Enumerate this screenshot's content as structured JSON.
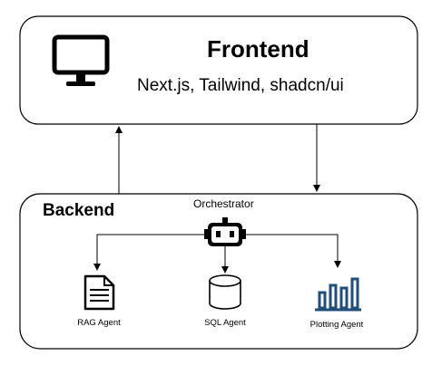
{
  "frontend": {
    "title": "Frontend",
    "subtitle": "Next.js, Tailwind, shadcn/ui",
    "icon": "monitor-icon"
  },
  "backend": {
    "title": "Backend",
    "orchestrator": {
      "label": "Orchestrator",
      "icon": "robot-icon"
    },
    "agents": [
      {
        "label": "RAG Agent",
        "icon": "document-icon"
      },
      {
        "label": "SQL Agent",
        "icon": "database-icon"
      },
      {
        "label": "Plotting Agent",
        "icon": "bar-chart-icon",
        "color": "#1f4e79"
      }
    ]
  },
  "colors": {
    "stroke": "#000000",
    "chart_icon": "#1f4e79"
  }
}
